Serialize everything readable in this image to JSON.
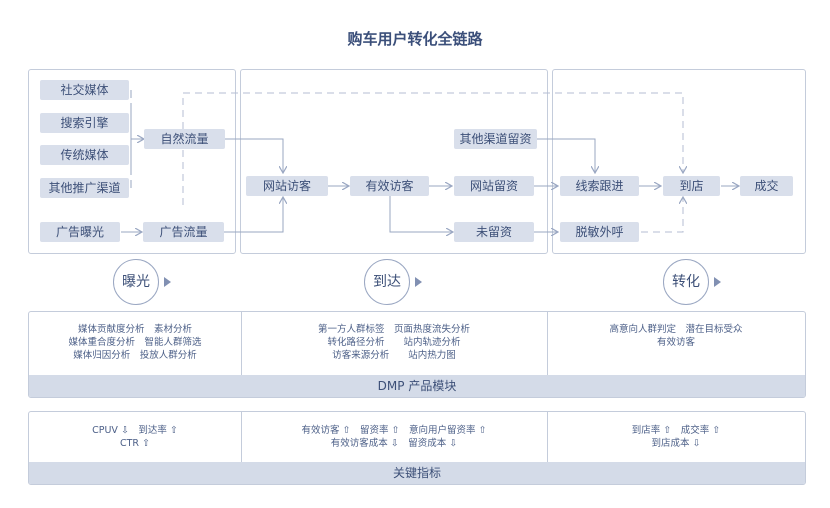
{
  "title": "购车用户转化全链路",
  "nodes": {
    "social_media": "社交媒体",
    "search_engine": "搜索引擎",
    "traditional_media": "传统媒体",
    "other_promo": "其他推广渠道",
    "ad_exposure": "广告曝光",
    "natural_traffic": "自然流量",
    "ad_traffic": "广告流量",
    "site_visitor": "网站访客",
    "valid_visitor": "有效访客",
    "site_retain": "网站留资",
    "not_retain": "未留资",
    "other_retain": "其他渠道留资",
    "lead_follow": "线索跟进",
    "desensitized_call": "脱敏外呼",
    "to_store": "到店",
    "deal": "成交"
  },
  "stages": {
    "exposure": "曝光",
    "arrival": "到达",
    "conversion": "转化"
  },
  "modules": {
    "col1": [
      "媒体贡献度分析　素材分析",
      "媒体重合度分析　智能人群筛选",
      "媒体归因分析　投放人群分析"
    ],
    "col2": [
      "第一方人群标签　页面热度流失分析",
      "转化路径分析　　站内轨迹分析",
      "访客来源分析　　站内热力图"
    ],
    "col3": [
      "高意向人群判定　潜在目标受众",
      "有效访客"
    ],
    "label": "DMP 产品模块"
  },
  "metrics": {
    "col1": [
      "CPUV ⇩　到达率 ⇧",
      "CTR ⇧"
    ],
    "col2": [
      "有效访客 ⇧　留资率 ⇧　意向用户留资率 ⇧",
      "有效访客成本 ⇩　留资成本 ⇩"
    ],
    "col3": [
      "到店率 ⇧　成交率 ⇧",
      "到店成本 ⇩"
    ],
    "label": "关键指标"
  },
  "colors": {
    "node_bg": "#d9dfeb",
    "line": "#9aa7c2",
    "text": "#3d5078"
  }
}
